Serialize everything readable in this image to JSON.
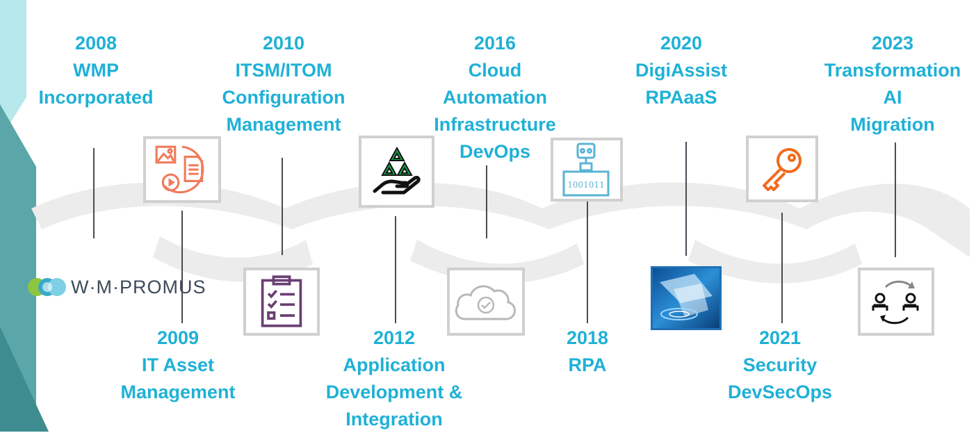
{
  "colors": {
    "label": "#1fb1d6",
    "accent": "#5aa6a8",
    "line": "#4a4a55",
    "box_border": "#d0d0d0"
  },
  "logo": {
    "text": "W·M·PROMUS"
  },
  "milestones": [
    {
      "year": "2008",
      "lines": [
        "WMP",
        "Incorporated"
      ],
      "icon": "wmpromus-logo"
    },
    {
      "year": "2009",
      "lines": [
        "IT Asset",
        "Management"
      ],
      "icon": "media-documents-icon"
    },
    {
      "year": "2010",
      "lines": [
        "ITSM/ITOM",
        "Configuration",
        "Management"
      ],
      "icon": "clipboard-checklist-icon"
    },
    {
      "year": "2012",
      "lines": [
        "Application",
        "Development &",
        "Integration"
      ],
      "icon": "hand-pyramid-icon"
    },
    {
      "year": "2016",
      "lines": [
        "Cloud",
        "Automation",
        "Infrastructure",
        "DevOps"
      ],
      "icon": "cloud-check-icon"
    },
    {
      "year": "2018",
      "lines": [
        "RPA"
      ],
      "icon": "robot-binary-icon",
      "icon_text": "1001011"
    },
    {
      "year": "2020",
      "lines": [
        "DigiAssist",
        "RPAaaS"
      ],
      "icon": "digital-blue-image-icon"
    },
    {
      "year": "2021",
      "lines": [
        "Security",
        "DevSecOps"
      ],
      "icon": "key-icon"
    },
    {
      "year": "2023",
      "lines": [
        "Transformation",
        "AI",
        "Migration"
      ],
      "icon": "people-migration-icon"
    }
  ]
}
